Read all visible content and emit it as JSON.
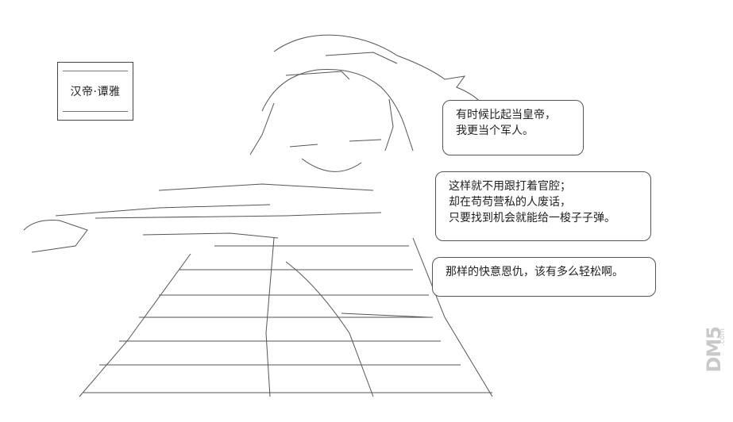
{
  "name_box": {
    "text": "汉帝·谭雅"
  },
  "bubbles": [
    {
      "lines": [
        "有时候比起当皇帝，",
        "我更当个军人。"
      ]
    },
    {
      "lines": [
        "这样就不用跟打着官腔；",
        "却在苟苟营私的人废话，",
        "只要找到机会就能给一梭子子弹。"
      ]
    },
    {
      "lines": [
        "那样的快意恩仇，该有多么轻松啊。"
      ]
    }
  ],
  "watermark": {
    "main": "DM5",
    "sub": ".com"
  }
}
